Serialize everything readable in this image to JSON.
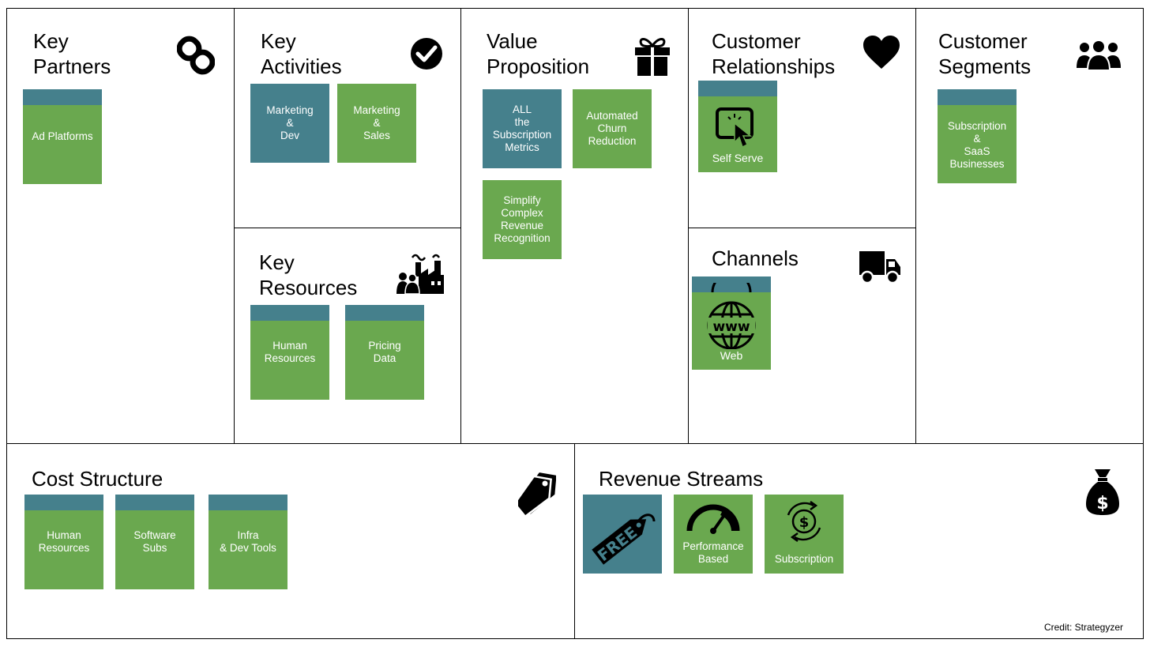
{
  "sections": {
    "key_partners": {
      "title": "Key\nPartners",
      "icon": "link-icon",
      "notes": [
        {
          "label": "Ad Platforms"
        }
      ]
    },
    "key_activities": {
      "title": "Key\nActivities",
      "icon": "checkmark-icon",
      "notes": [
        {
          "label": "Marketing\n&\nDev"
        },
        {
          "label": "Marketing\n&\nSales"
        }
      ]
    },
    "key_resources": {
      "title": "Key\nResources",
      "icon": "factory-icon",
      "notes": [
        {
          "label": "Human\nResources"
        },
        {
          "label": "Pricing\nData"
        }
      ]
    },
    "value_proposition": {
      "title": "Value\nProposition",
      "icon": "gift-icon",
      "notes": [
        {
          "label": "ALL\nthe\nSubscription\nMetrics"
        },
        {
          "label": "Automated\nChurn\nReduction"
        },
        {
          "label": "Simplify\nComplex\nRevenue\nRecognition"
        }
      ]
    },
    "customer_relationships": {
      "title": "Customer\nRelationships",
      "icon": "heart-icon",
      "notes": [
        {
          "label": "Self Serve"
        }
      ]
    },
    "channels": {
      "title": "Channels",
      "icon": "truck-icon",
      "notes": [
        {
          "label": "Web"
        }
      ]
    },
    "customer_segments": {
      "title": "Customer\nSegments",
      "icon": "people-icon",
      "notes": [
        {
          "label": "Subscription\n&\nSaaS\nBusinesses"
        }
      ]
    },
    "cost_structure": {
      "title": "Cost Structure",
      "icon": "price-tag-icon",
      "notes": [
        {
          "label": "Human\nResources"
        },
        {
          "label": "Software\nSubs"
        },
        {
          "label": "Infra\n& Dev Tools"
        }
      ]
    },
    "revenue_streams": {
      "title": "Revenue Streams",
      "icon": "money-bag-icon",
      "notes": [
        {
          "label": "FREE"
        },
        {
          "label": "Performance\nBased"
        },
        {
          "label": "Subscription"
        }
      ]
    }
  },
  "credit": "Credit: Strategyzer"
}
